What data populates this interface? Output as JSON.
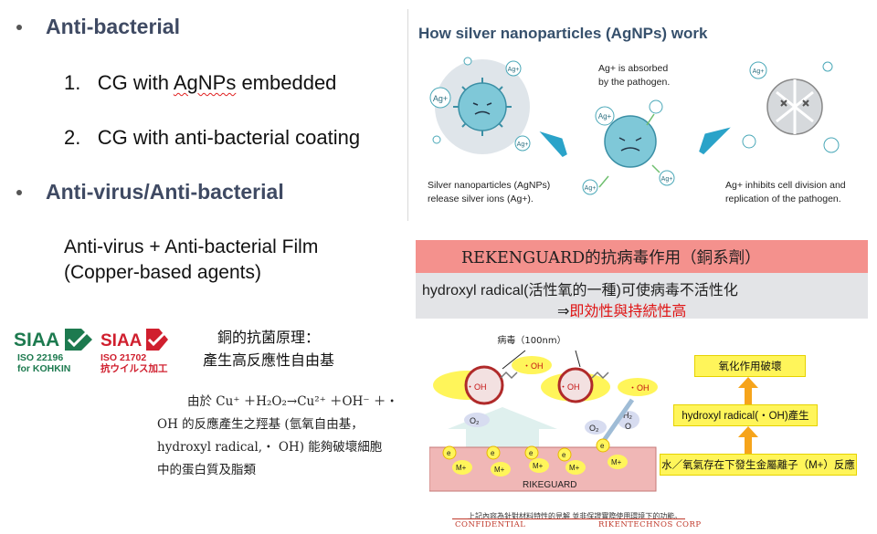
{
  "left": {
    "bullet1": "Anti-bacterial",
    "item1_num": "1.",
    "item1_pre": "CG with ",
    "item1_wavy": "AgNPs",
    "item1_post": " embedded",
    "item2_num": "2.",
    "item2": "CG with anti-bacterial coating",
    "bullet2": "Anti-virus/Anti-bacterial",
    "film_line1": "Anti-virus + Anti-bacterial Film",
    "film_line2": "(Copper-based agents)"
  },
  "logos": {
    "siaa_green": {
      "brand": "SIAA",
      "line1": "ISO 22196",
      "line2": "for KOHKIN",
      "color": "#1d7a4f"
    },
    "siaa_red": {
      "brand": "SIAA",
      "line1": "ISO 21702",
      "line2": "抗ウイルス加工",
      "color": "#d01f2e"
    }
  },
  "copper": {
    "heading1": "銅的抗菌原理：",
    "heading2": "產生高反應性自由基",
    "body1": "由於 Cu⁺ ＋H₂O₂→Cu²⁺ ＋OH⁻ ＋・",
    "body2": "OH 的反應產生之羥基 (氫氧自由基，",
    "body3": "hydroxyl radical,・ OH) 能夠破壞細胞",
    "body4": "中的蛋白質及脂類"
  },
  "agnp": {
    "title": "How silver nanoparticles (AgNPs) work",
    "ion_label": "Ag+",
    "caption_left_1": "Silver nanoparticles (AgNPs)",
    "caption_left_2": "release silver ions (Ag+).",
    "caption_mid_1": "Ag+ is absorbed",
    "caption_mid_2": "by the pathogen.",
    "caption_right_1": "Ag+ inhibits cell division and",
    "caption_right_2": "replication of the pathogen.",
    "colors": {
      "particle": "#7fc8d8",
      "halo": "#dfe5ea",
      "arrow": "#2aa3c9",
      "ion": "#4aa8b8",
      "green": "#6fbf6f"
    }
  },
  "rekenguard": {
    "title": "REKENGUARD的抗病毒作用（銅系劑）",
    "line1": "hydroxyl radical(活性氧的一種)可使病毒不活性化",
    "line2_arrow": "⇒",
    "line2_red": "即効性與持続性高",
    "colors": {
      "pink": "#f4918d",
      "grey": "#e3e4e7",
      "red": "#e01212"
    }
  },
  "mechanism": {
    "virus_label": "病毒（100nm）",
    "oh_label": "・OH",
    "o2_label": "O₂",
    "h2o_label1": "H₂",
    "h2o_label2": "O",
    "e_label": "e",
    "m_label": "M+",
    "base_label": "RIKEGUARD",
    "box1": "氧化作用破壞",
    "box2": "hydroxyl radical(・OH)產生",
    "box3": "水／氧氣存在下發生金屬離子（M+）反應",
    "note": "上記內容為針對材料特性的見解 並非保證實際使用環境下的功能。",
    "footer_left": "CONFIDENTIAL",
    "footer_right": "RIKENTECHNOS CORP",
    "colors": {
      "yellow": "#fff55a",
      "orange": "#f6a41b",
      "base": "#f0b7b6",
      "blue": "#9fbcd6"
    }
  }
}
